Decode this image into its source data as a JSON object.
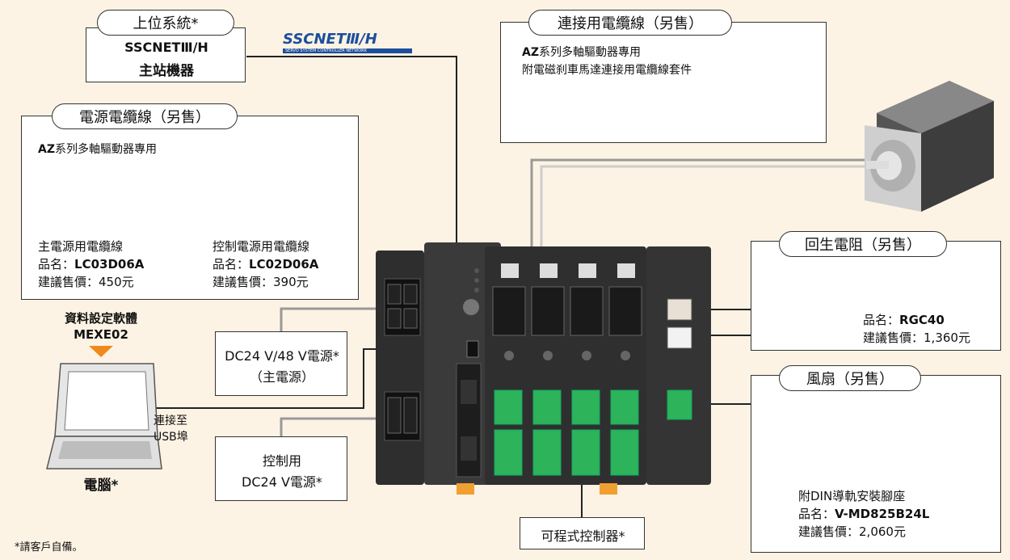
{
  "upper_system": {
    "title": "上位系統*",
    "line1": "SSCNETⅢ/H",
    "line2": "主站機器"
  },
  "sscnet_logo": {
    "main": "SSCNETⅢ/H",
    "sub": "SERVO SYSTEM CONTROLLER NETWORK"
  },
  "power_cable": {
    "title": "電源電纜線（另售）",
    "subtitle_bold": "AZ",
    "subtitle_rest": "系列多軸驅動器專用",
    "left": {
      "name": "主電源用電纜線",
      "model_label": "品名：",
      "model": "LC03D06A",
      "price_label": "建議售價：",
      "price": "450元"
    },
    "right": {
      "name": "控制電源用電纜線",
      "model_label": "品名：",
      "model": "LC02D06A",
      "price_label": "建議售價：",
      "price": "390元"
    }
  },
  "connection_cable": {
    "title": "連接用電纜線（另售）",
    "line1_bold": "AZ",
    "line1_rest": "系列多軸驅動器專用",
    "line2": "附電磁刹車馬達連接用電纜線套件"
  },
  "regen_resistor": {
    "title": "回生電阻（另售）",
    "model_label": "品名：",
    "model": "RGC40",
    "price_label": "建議售價：",
    "price": "1,360元"
  },
  "fan": {
    "title": "風扇（另售）",
    "line1": "附DIN導軌安裝腳座",
    "model_label": "品名：",
    "model": "V-MD825B24L",
    "price_label": "建議售價：",
    "price": "2,060元"
  },
  "software": {
    "line1": "資料設定軟體",
    "line2": "MEXE02"
  },
  "pc": {
    "label": "電腦*",
    "usb_line1": "連接至",
    "usb_line2": "USB埠"
  },
  "main_power": {
    "line1": "DC24 V/48 V電源*",
    "line2": "（主電源）"
  },
  "control_power": {
    "line1": "控制用",
    "line2": "DC24 V電源*"
  },
  "plc": {
    "label": "可程式控制器*"
  },
  "footnote": "*請客戶自備。",
  "colors": {
    "background": "#fdf3e4",
    "line": "#8a8a8a",
    "orange_arrow": "#f08a1c"
  }
}
